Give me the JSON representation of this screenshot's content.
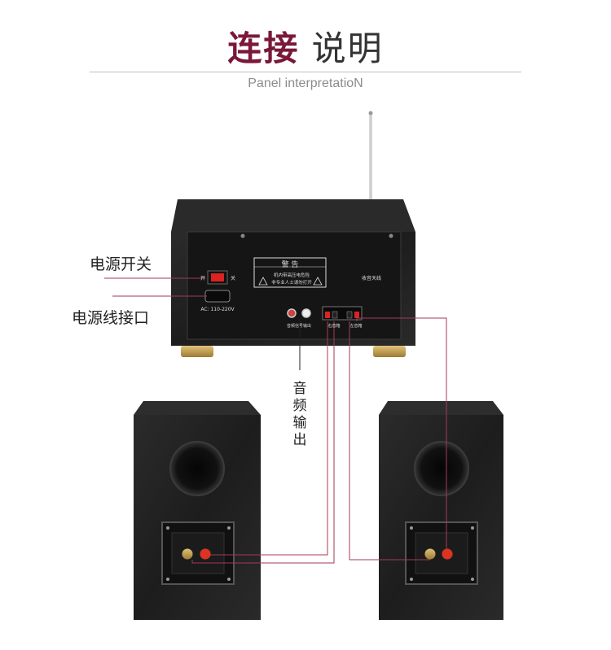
{
  "header": {
    "title_bold": "连接",
    "title_light": " 说明",
    "subtitle": "Panel interpretatioN"
  },
  "amplifier": {
    "warning_title": "警 告",
    "warning_line1": "机内带高压电危险",
    "warning_line2": "非专业人士请勿打开",
    "antenna_label": "收音天线",
    "switch_on": "开",
    "switch_off": "关",
    "ac_label": "AC: 110-220V",
    "audio_out_label": "音频信号输出",
    "right_speaker_label": "右音箱",
    "left_speaker_label": "左音箱"
  },
  "callouts": {
    "power_switch": "电源开关",
    "power_cord": "电源线接口",
    "audio_out": [
      "音",
      "频",
      "输",
      "出"
    ]
  },
  "colors": {
    "accent": "#7a1839",
    "wire": "#a53a55"
  }
}
